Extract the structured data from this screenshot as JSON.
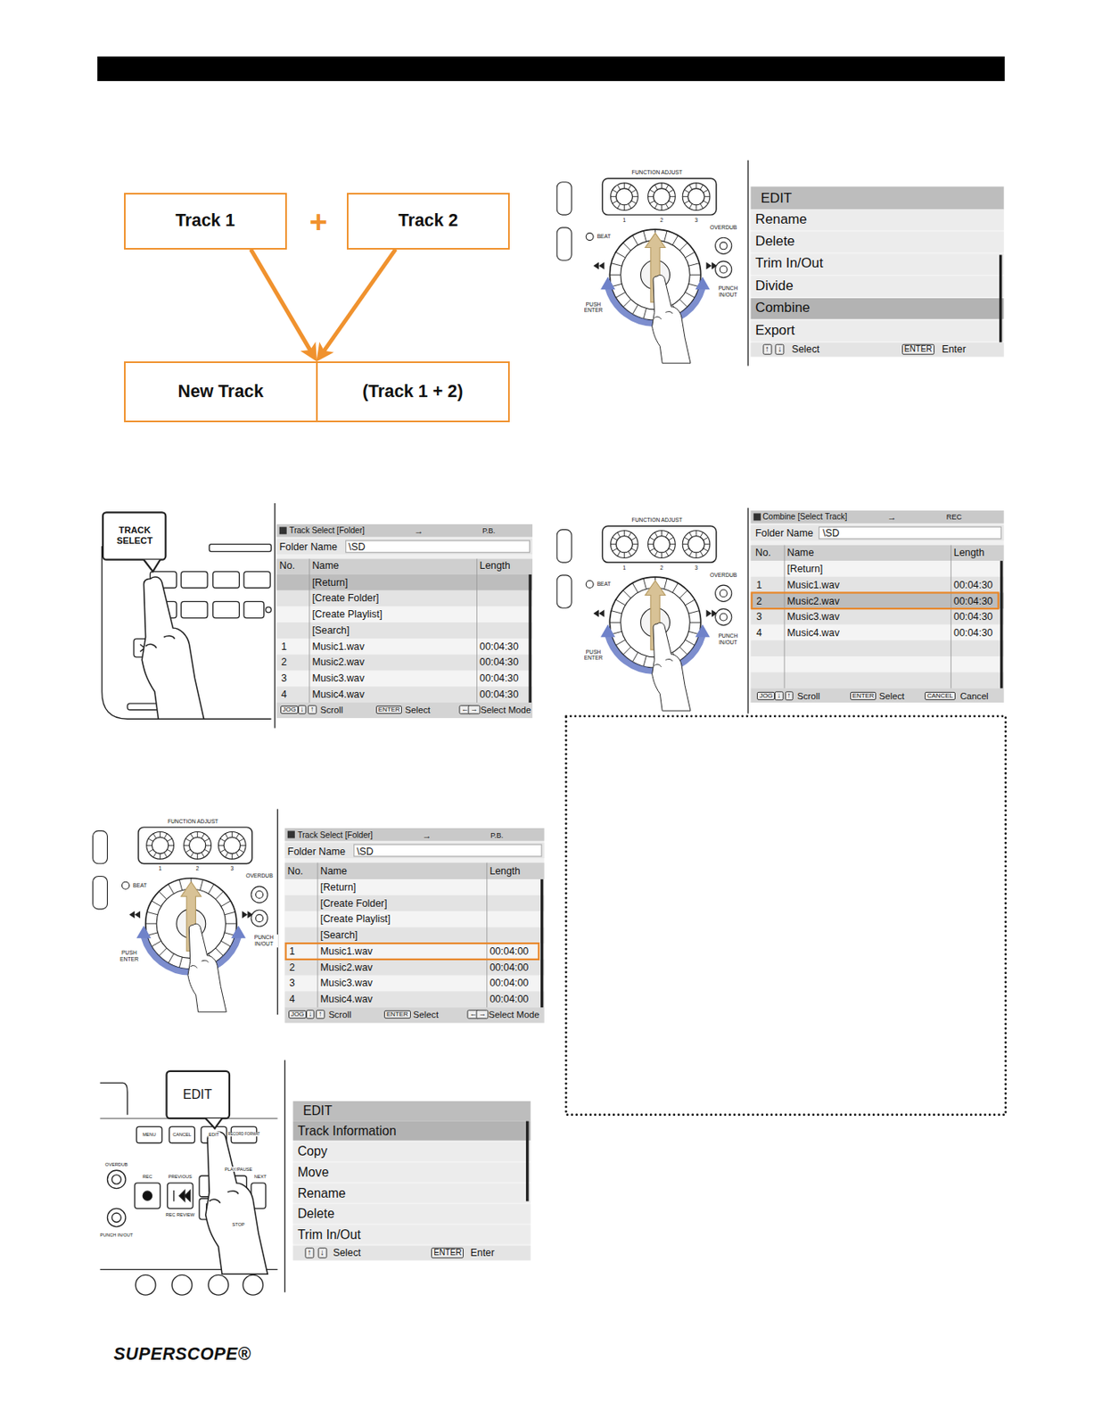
{
  "diagram": {
    "nodes": [
      {
        "text": [
          "Track 1"
        ]
      },
      {
        "text": [
          "Track 2"
        ]
      },
      {
        "text": [
          "New Track",
          "(Track 1 + 2)"
        ]
      }
    ],
    "edges": [
      {
        "from": 0,
        "to": 2,
        "arrow": "to"
      },
      {
        "from": 1,
        "to": 2,
        "arrow": "to"
      }
    ],
    "labels": [
      "+",
      "FUNCTION ADJUST",
      "1",
      "2",
      "3",
      "BEAT",
      "OVERDUB",
      "PUSH ENTER",
      "PUNCH IN/OUT",
      "EDIT",
      "Rename",
      "Delete",
      "Trim In/Out",
      "Divide",
      "Combine",
      "Export",
      "↑",
      "↓",
      "Select",
      "ENTER",
      "Enter",
      "TRACK SELECT",
      "Track Select [Folder]",
      "→",
      "P.B.",
      "Folder Name",
      "\\SD",
      "No.",
      "Name",
      "Length",
      "[Return]",
      "[Create Folder]",
      "[Create Playlist]",
      "[Search]",
      "1",
      "Music1.wav",
      "00:04:30",
      "2",
      "Music2.wav",
      "00:04:30",
      "3",
      "Music3.wav",
      "00:04:30",
      "4",
      "Music4.wav",
      "00:04:30",
      "JOG",
      "↓",
      "↑",
      "Scroll",
      "ENTER",
      "Select",
      "←",
      "→",
      "Select Mode",
      "FUNCTION ADJUST",
      "1",
      "2",
      "3",
      "BEAT",
      "OVERDUB",
      "PUSH ENTER",
      "PUNCH IN/OUT",
      "Combine [Select Track]",
      "→",
      "REC",
      "Folder Name",
      "\\SD",
      "No.",
      "Name",
      "Length",
      "[Return]",
      "1",
      "Music1.wav",
      "00:04:30",
      "2",
      "Music2.wav",
      "00:04:30",
      "3",
      "Music3.wav",
      "00:04:30",
      "4",
      "Music4.wav",
      "00:04:30",
      "JOG",
      "↓",
      "↑",
      "Scroll",
      "ENTER",
      "Select",
      "CANCEL",
      "Cancel",
      "FUNCTION ADJUST",
      "1",
      "2",
      "3",
      "BEAT",
      "OVERDUB",
      "PUSH ENTER",
      "PUNCH IN/OUT",
      "Track Select [Folder]",
      "→",
      "P.B.",
      "Folder Name",
      "\\SD",
      "No.",
      "Name",
      "Length",
      "[Return]",
      "[Create Folder]",
      "[Create Playlist]",
      "[Search]",
      "1",
      "Music1.wav",
      "00:04:00",
      "2",
      "Music2.wav",
      "00:04:00",
      "3",
      "Music3.wav",
      "00:04:00",
      "4",
      "Music4.wav",
      "00:04:00",
      "JOG",
      "↓",
      "↑",
      "Scroll",
      "ENTER",
      "Select",
      "←",
      "→",
      "Select Mode",
      "EDIT",
      "MENU",
      "CANCEL",
      "EDIT",
      "RECORD FORMAT",
      "OVERDUB",
      "REC",
      "PREVIOUS",
      "PLAY/PAUSE",
      "NEXT",
      "REC REVIEW",
      "STOP",
      "PUNCH IN/OUT",
      "EDIT",
      "Track Information",
      "Copy",
      "Move",
      "Rename",
      "Delete",
      "Trim In/Out",
      "↑",
      "↓",
      "Select",
      "ENTER",
      "Enter",
      "SUPERSCOPE®"
    ]
  }
}
